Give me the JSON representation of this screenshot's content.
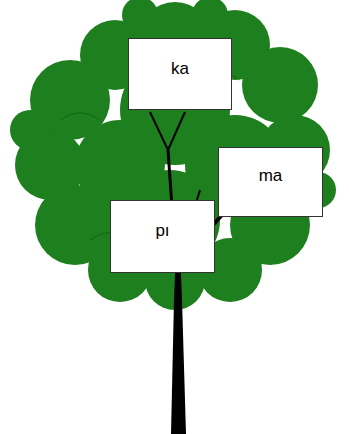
{
  "diagram": {
    "nodes": [
      {
        "text": [
          "ka"
        ]
      },
      {
        "text": [
          "ma"
        ]
      },
      {
        "text": [
          "pı"
        ]
      }
    ]
  }
}
